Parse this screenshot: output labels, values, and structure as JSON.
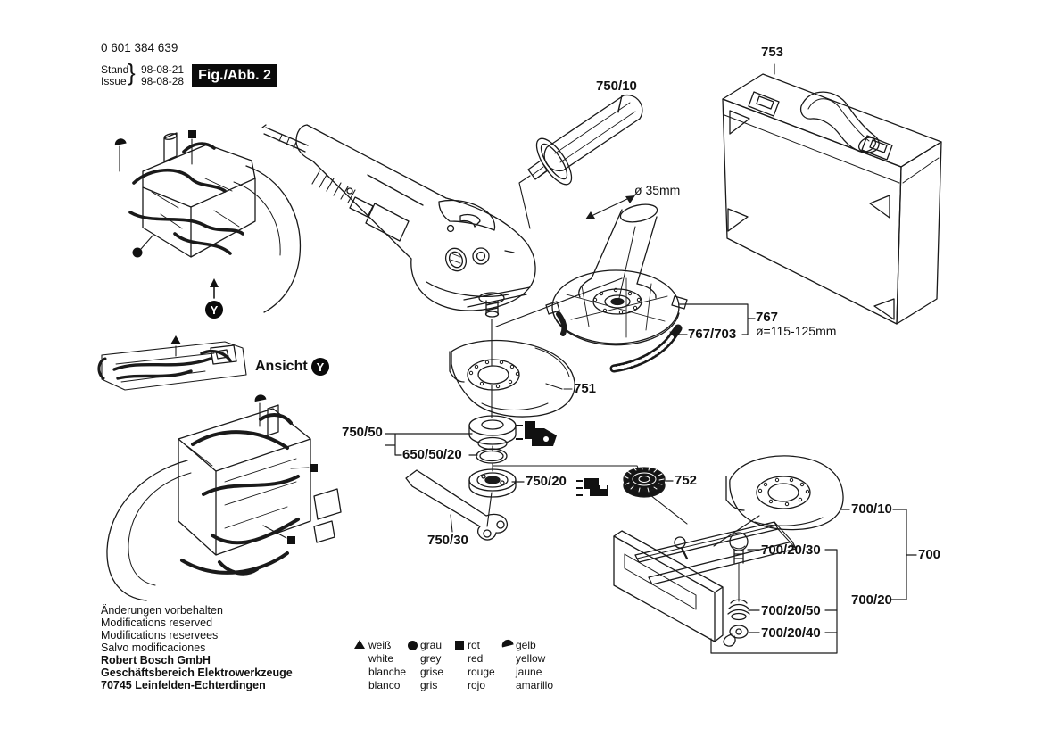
{
  "header": {
    "part_number": "0 601 384 639",
    "stand_label": "Stand",
    "issue_label": "Issue",
    "brace": "}",
    "stand_date": "98-08-21",
    "issue_date": "98-08-28",
    "figure_label": "Fig./Abb. 2"
  },
  "view": {
    "ansicht_label": "Ansicht",
    "y_marker": "Y"
  },
  "part_labels": {
    "handle": "750/10",
    "case": "753",
    "hood_diameter": "ø 35mm",
    "hood_group": "767",
    "hood_size": "ø=115-125mm",
    "brush_ring": "767/703",
    "guard": "751",
    "flange_group": "750/50",
    "backing_ring": "650/50/20",
    "clamp_nut": "750/20",
    "quick_nut": "752",
    "pin_wrench": "750/30",
    "cutting_guard": "700/10",
    "guide_group": "700",
    "base_group": "700/20",
    "screw": "700/20/30",
    "spring_washer": "700/20/50",
    "wing_nut": "700/20/40"
  },
  "footer": {
    "notice_lines": [
      "Änderungen vorbehalten",
      "Modifications reserved",
      "Modifications reservees",
      "Salvo modificaciones"
    ],
    "company_lines": [
      "Robert Bosch GmbH",
      "Geschäftsbereich Elektrowerkzeuge",
      "70745 Leinfelden-Echterdingen"
    ]
  },
  "legend": {
    "columns": [
      {
        "symbol": "triangle-icon",
        "terms": [
          "weiß",
          "white",
          "blanche",
          "blanco"
        ]
      },
      {
        "symbol": "circle-icon",
        "terms": [
          "grau",
          "grey",
          "grise",
          "gris"
        ]
      },
      {
        "symbol": "square-icon",
        "terms": [
          "rot",
          "red",
          "rouge",
          "rojo"
        ]
      },
      {
        "symbol": "half-circle-icon",
        "terms": [
          "gelb",
          "yellow",
          "jaune",
          "amarillo"
        ]
      }
    ]
  }
}
